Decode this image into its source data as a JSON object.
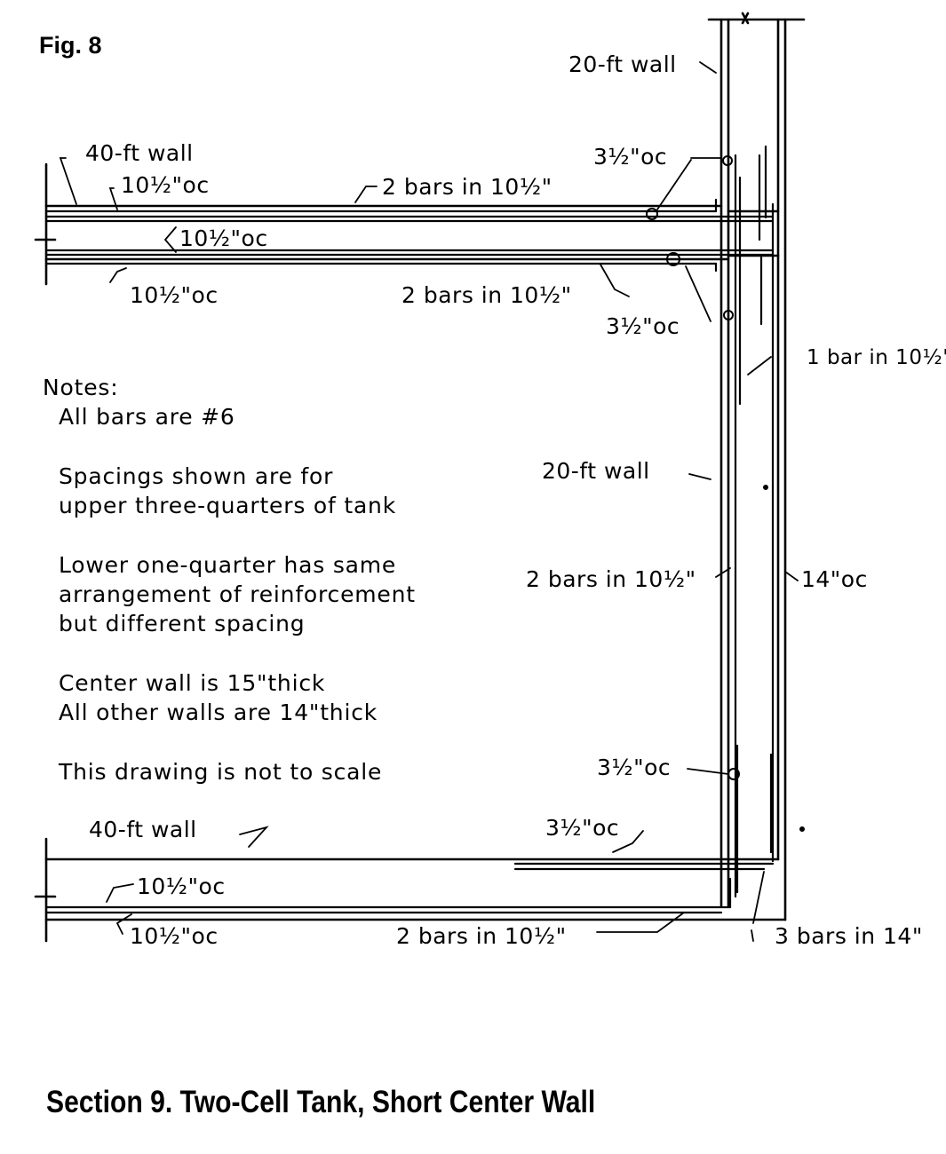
{
  "figure": {
    "label": "Fig. 8",
    "caption": "Section 9.  Two-Cell Tank, Short Center Wall"
  },
  "labels": {
    "top_20ft_wall": "20-ft wall",
    "top_40ft_wall": "40-ft wall",
    "top_oc_upper": "10½\"oc",
    "top_2bars_upper": "2 bars in 10½\"",
    "top_3_5oc_upper": "3½\"oc",
    "center_oc": "10½\"oc",
    "top_oc_lower": "10½\"oc",
    "top_2bars_lower": "2 bars in 10½\"",
    "top_3_5oc_lower": "3½\"oc",
    "one_bar": "1 bar in 10½\"",
    "mid_20ft_wall": "20-ft wall",
    "mid_2bars": "2 bars in 10½\"",
    "mid_14oc": "14\"oc",
    "bot_3_5oc_a": "3½\"oc",
    "bot_40ft_wall": "40-ft wall",
    "bot_3_5oc_b": "3½\"oc",
    "bot_oc_upper": "10½\"oc",
    "bot_oc_lower": "10½\"oc",
    "bot_2bars": "2 bars in 10½\"",
    "bot_3bars": "3 bars in 14\""
  },
  "notes": {
    "heading": "Notes:",
    "items": [
      "All bars are #6",
      "Spacings shown are for\nupper three-quarters of tank",
      "Lower one-quarter has same\narrangement of reinforcement\nbut different spacing",
      "Center wall is 15\"thick\nAll other walls are 14\"thick",
      "This drawing is not to scale"
    ]
  }
}
